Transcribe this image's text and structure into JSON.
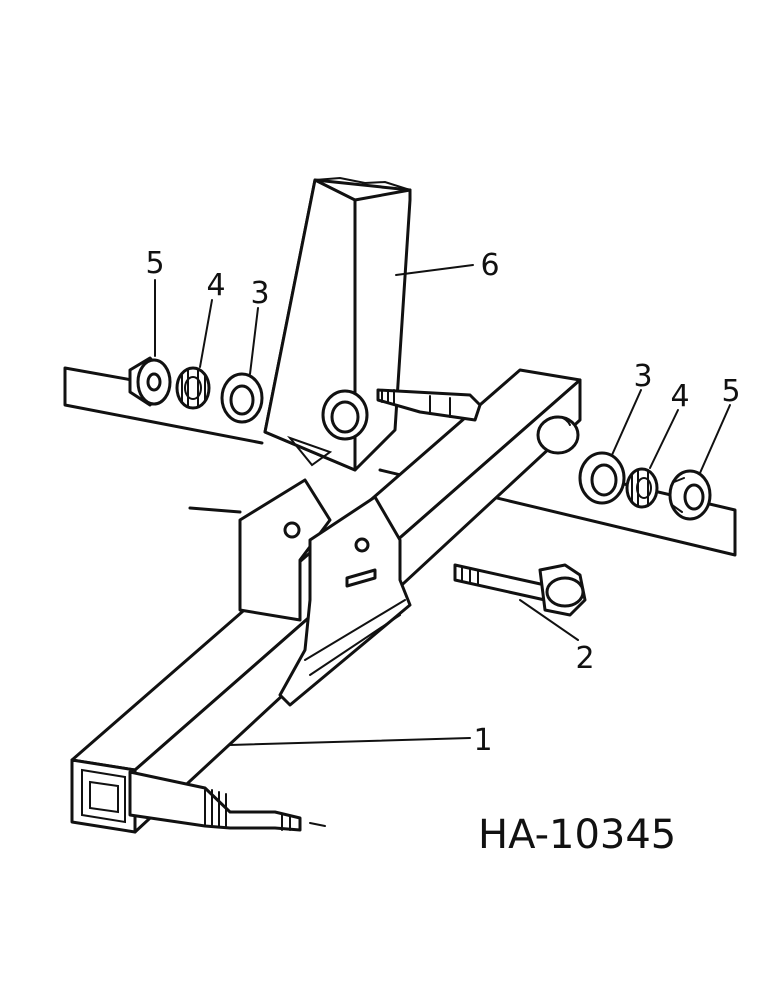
{
  "callouts": {
    "c1": "1",
    "c2": "2",
    "c3_left": "3",
    "c4_left": "4",
    "c5_left": "5",
    "c3_right": "3",
    "c4_right": "4",
    "c5_right": "5",
    "c6": "6"
  },
  "figure_id": "HA-10345"
}
